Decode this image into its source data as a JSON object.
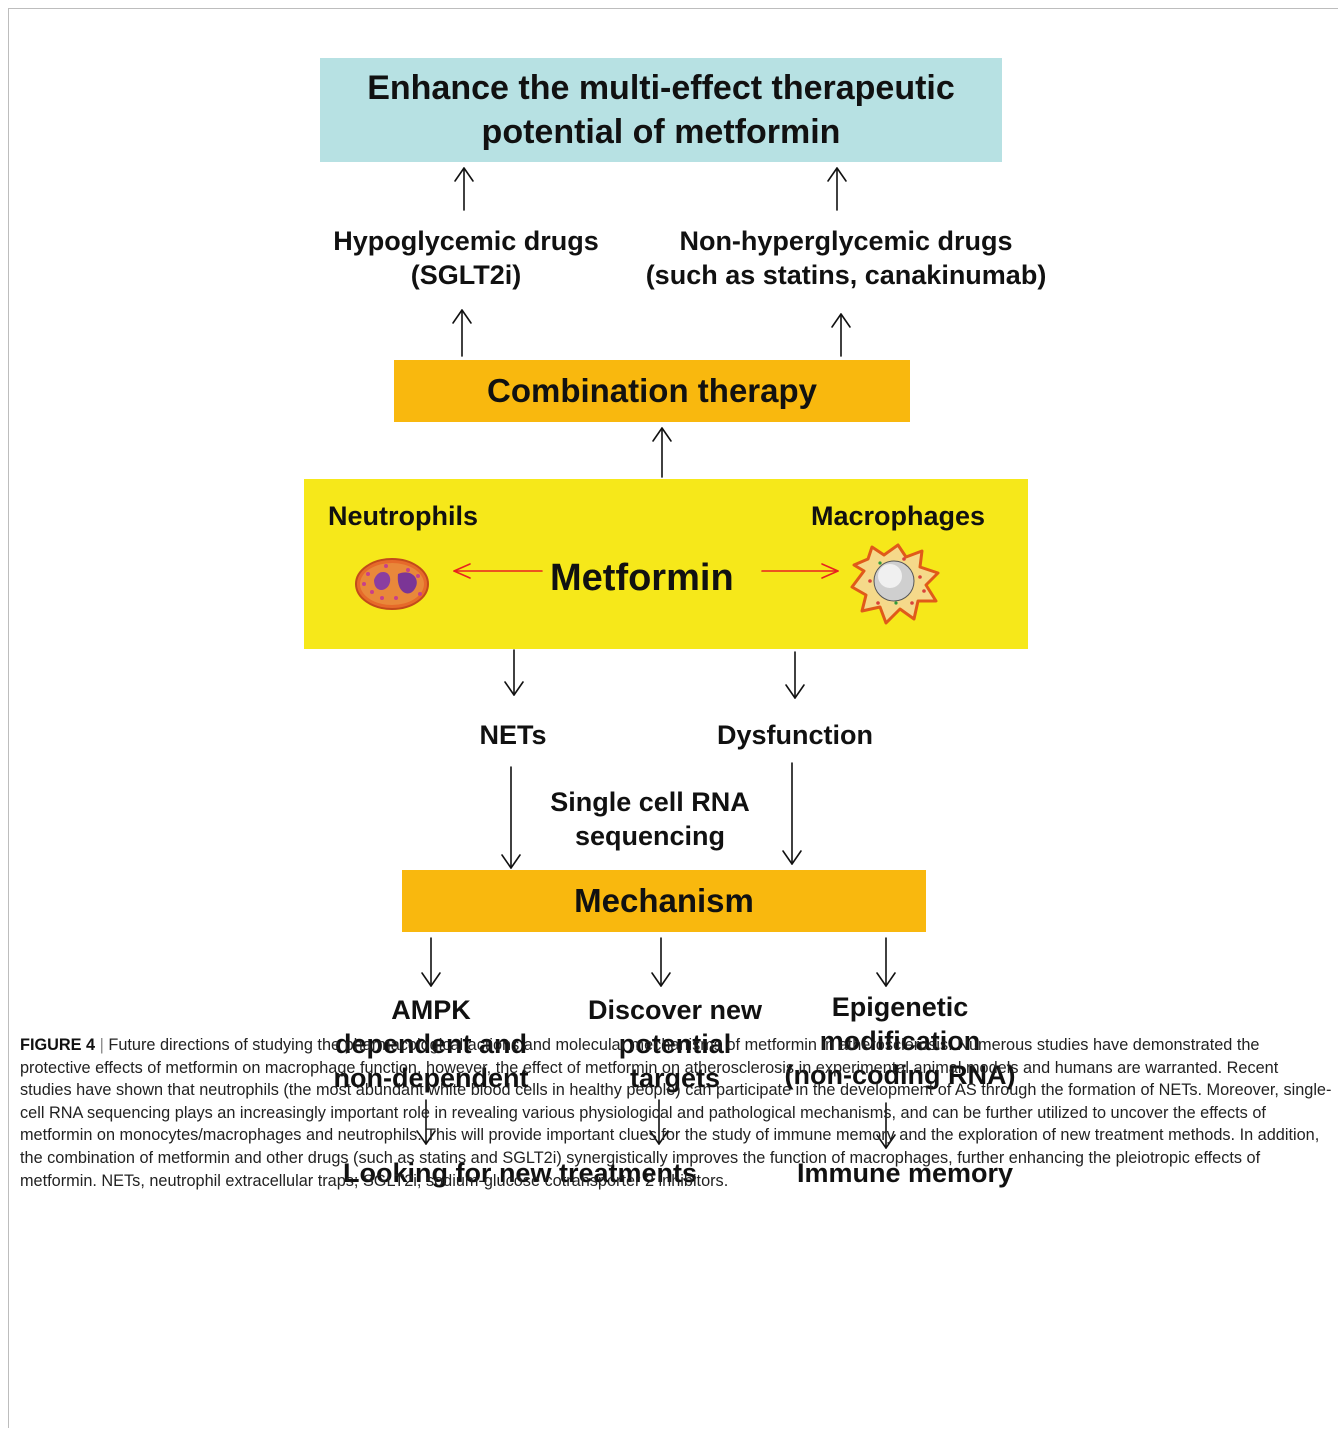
{
  "boxes": {
    "top": "Enhance the multi-effect therapeutic potential of metformin",
    "combination": "Combination therapy",
    "metformin": "Metformin",
    "mechanism": "Mechanism"
  },
  "labels": {
    "hypoglycemic_line1": "Hypoglycemic drugs",
    "hypoglycemic_line2": "(SGLT2i)",
    "nonhyper_line1": "Non-hyperglycemic drugs",
    "nonhyper_line2": "(such as statins, canakinumab)",
    "neutrophils": "Neutrophils",
    "macrophages": "Macrophages",
    "nets": "NETs",
    "dysfunction": "Dysfunction",
    "scrna_line1": "Single cell RNA",
    "scrna_line2": "sequencing",
    "ampk_line1": "AMPK",
    "ampk_line2": "dependent and",
    "ampk_line3": "non-dependent",
    "discover_line1": "Discover new",
    "discover_line2": "potential",
    "discover_line3": "targets",
    "epi_line1": "Epigenetic",
    "epi_line2": "modification",
    "epi_line3": "(non-coding RNA)",
    "treatments": "Looking for new treatments",
    "immune": "Immune memory"
  },
  "colors": {
    "top_box": "#b7e1e3",
    "orange_box": "#f9b80e",
    "metformin_box": "#f6e81a",
    "red_arrow": "#e8231f"
  },
  "icons": [
    "neutrophil-cell-icon",
    "macrophage-cell-icon"
  ],
  "caption": {
    "figure_label": "FIGURE 4",
    "separator": " | ",
    "text": "Future directions of studying the pharmacological actions and molecular mechanisms of metformin in atherosclerosis. Numerous studies have demonstrated the protective effects of metformin on macrophage function, however, the effect of metformin on atherosclerosis in experimental animal models and humans are warranted. Recent studies have shown that neutrophils (the most abundant white blood cells in healthy people) can participate in the development of AS through the formation of NETs. Moreover, single-cell RNA sequencing plays an increasingly important role in revealing various physiological and pathological mechanisms, and can be further utilized to uncover the effects of metformin on monocytes/macrophages and neutrophils. This will provide important clues for the study of immune memory and the exploration of new treatment methods. In addition, the combination of metformin and other drugs (such as statins and SGLT2i) synergistically improves the function of macrophages, further enhancing the pleiotropic effects of metformin. NETs, neutrophil extracellular traps; SGLT2i, sodium-glucose cotransporter 2 inhibitors."
  }
}
